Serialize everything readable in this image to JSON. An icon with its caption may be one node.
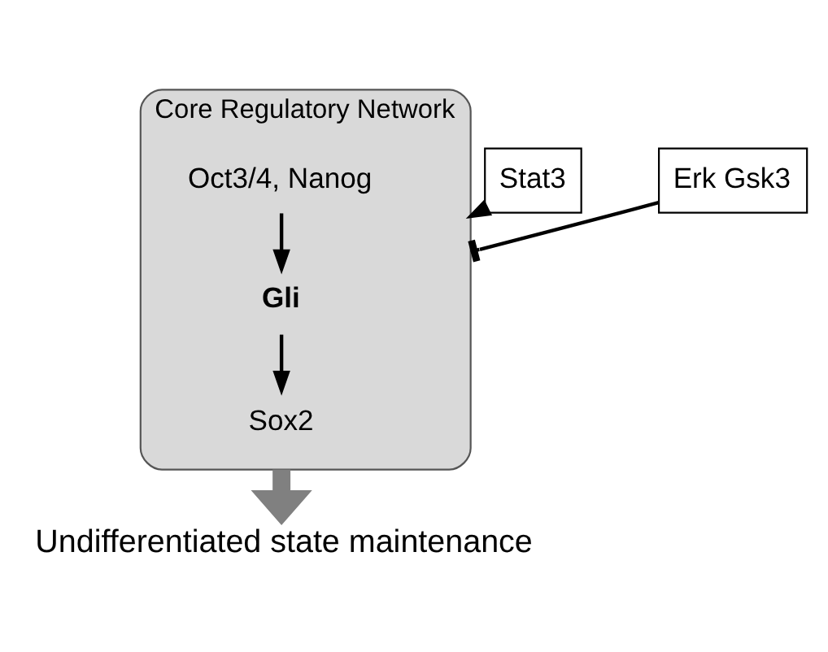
{
  "diagram": {
    "nodes": [
      {
        "text": [
          "Core Regulatory Network"
        ]
      },
      {
        "text": [
          "Oct3/4, Nanog"
        ],
        "in": 0
      },
      {
        "text": [
          "Gli"
        ],
        "in": 0
      },
      {
        "text": [
          "Sox2"
        ],
        "in": 0
      },
      {
        "text": [
          "Stat3"
        ]
      },
      {
        "text": [
          "Erk Gsk3"
        ]
      },
      {
        "text": [
          "Undifferentiated state maintenance"
        ]
      }
    ],
    "edges": [
      {
        "from": 1,
        "to": 2,
        "arrow": "to"
      },
      {
        "from": 2,
        "to": 3,
        "arrow": "to"
      },
      {
        "from": 4,
        "to": 0,
        "arrow": "to"
      },
      {
        "from": 5,
        "to": 0,
        "arrow": "other"
      },
      {
        "from": 0,
        "to": 6,
        "arrow": "to",
        "style": "thick",
        "color": "#808080"
      }
    ]
  }
}
